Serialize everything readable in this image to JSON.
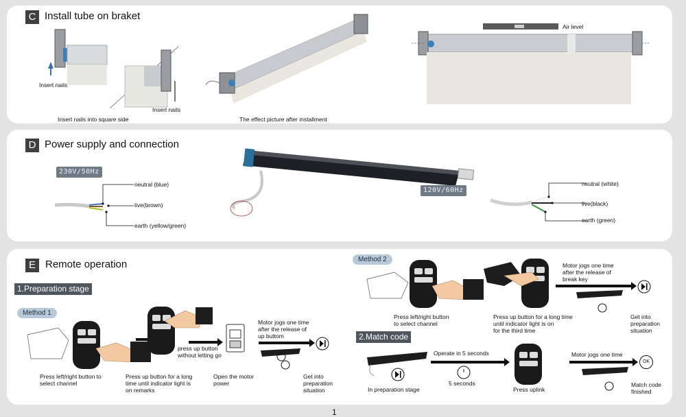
{
  "section_c": {
    "letter": "C",
    "title": "Install tube on braket",
    "insert_nails_1": "Insert nails",
    "insert_nails_2": "Insert nails",
    "insert_nails_square": "Insert nails into square side",
    "effect_picture": "The effect picture after installment",
    "air_level": "Air level"
  },
  "section_d": {
    "letter": "D",
    "title": "Power supply and connection",
    "left_spec": "230V/50Hz",
    "left_wires": [
      "neutral (blue)",
      "live(brown)",
      "earth (yellow/green)"
    ],
    "right_spec": "120V/60Hz",
    "right_wires": [
      "neutral (white)",
      "live(black)",
      "earth (green)"
    ]
  },
  "section_e": {
    "letter": "E",
    "title": "Remote operation",
    "prep_stage": "1.Preparation stage",
    "method1": "Method 1",
    "method2": "Method 2",
    "match_code": "2.Match code",
    "m1_step1": "Press left/right button to\nselect channel",
    "m1_step2": "Press up button for a long\ntime until indicator light is\non remarks",
    "m1_press_up": "press up button\nwithout letting go",
    "m1_open_power": "Open the motor\npower",
    "m1_jogs": "Motor jogs one time\nafter the release of\nup buttom",
    "m1_get_into": "Get into\npreparation\nsituation",
    "m2_step1": "Press left/right button\nto select channel",
    "m2_step2": "Press up button for a long time\nuntil indicator light is on\nfor the third time",
    "m2_jogs": "Motor jogs one time\nafter the release of\nbreak key",
    "m2_get_into": "Get into\npreparation\nsituation",
    "mc_prep": "In preparation stage",
    "mc_operate": "Operate in 5 seconds",
    "mc_5sec": "5 seconds",
    "mc_press_uplink": "Press uplink",
    "mc_jogs": "Motor jogs one time",
    "mc_finished": "Match code\nfinished",
    "ok_symbol": "OK"
  },
  "page_number": "1",
  "colors": {
    "panel": "#ffffff",
    "background": "#e3e3e3",
    "tag": "#6f7a84",
    "method": "#b8cad8"
  }
}
